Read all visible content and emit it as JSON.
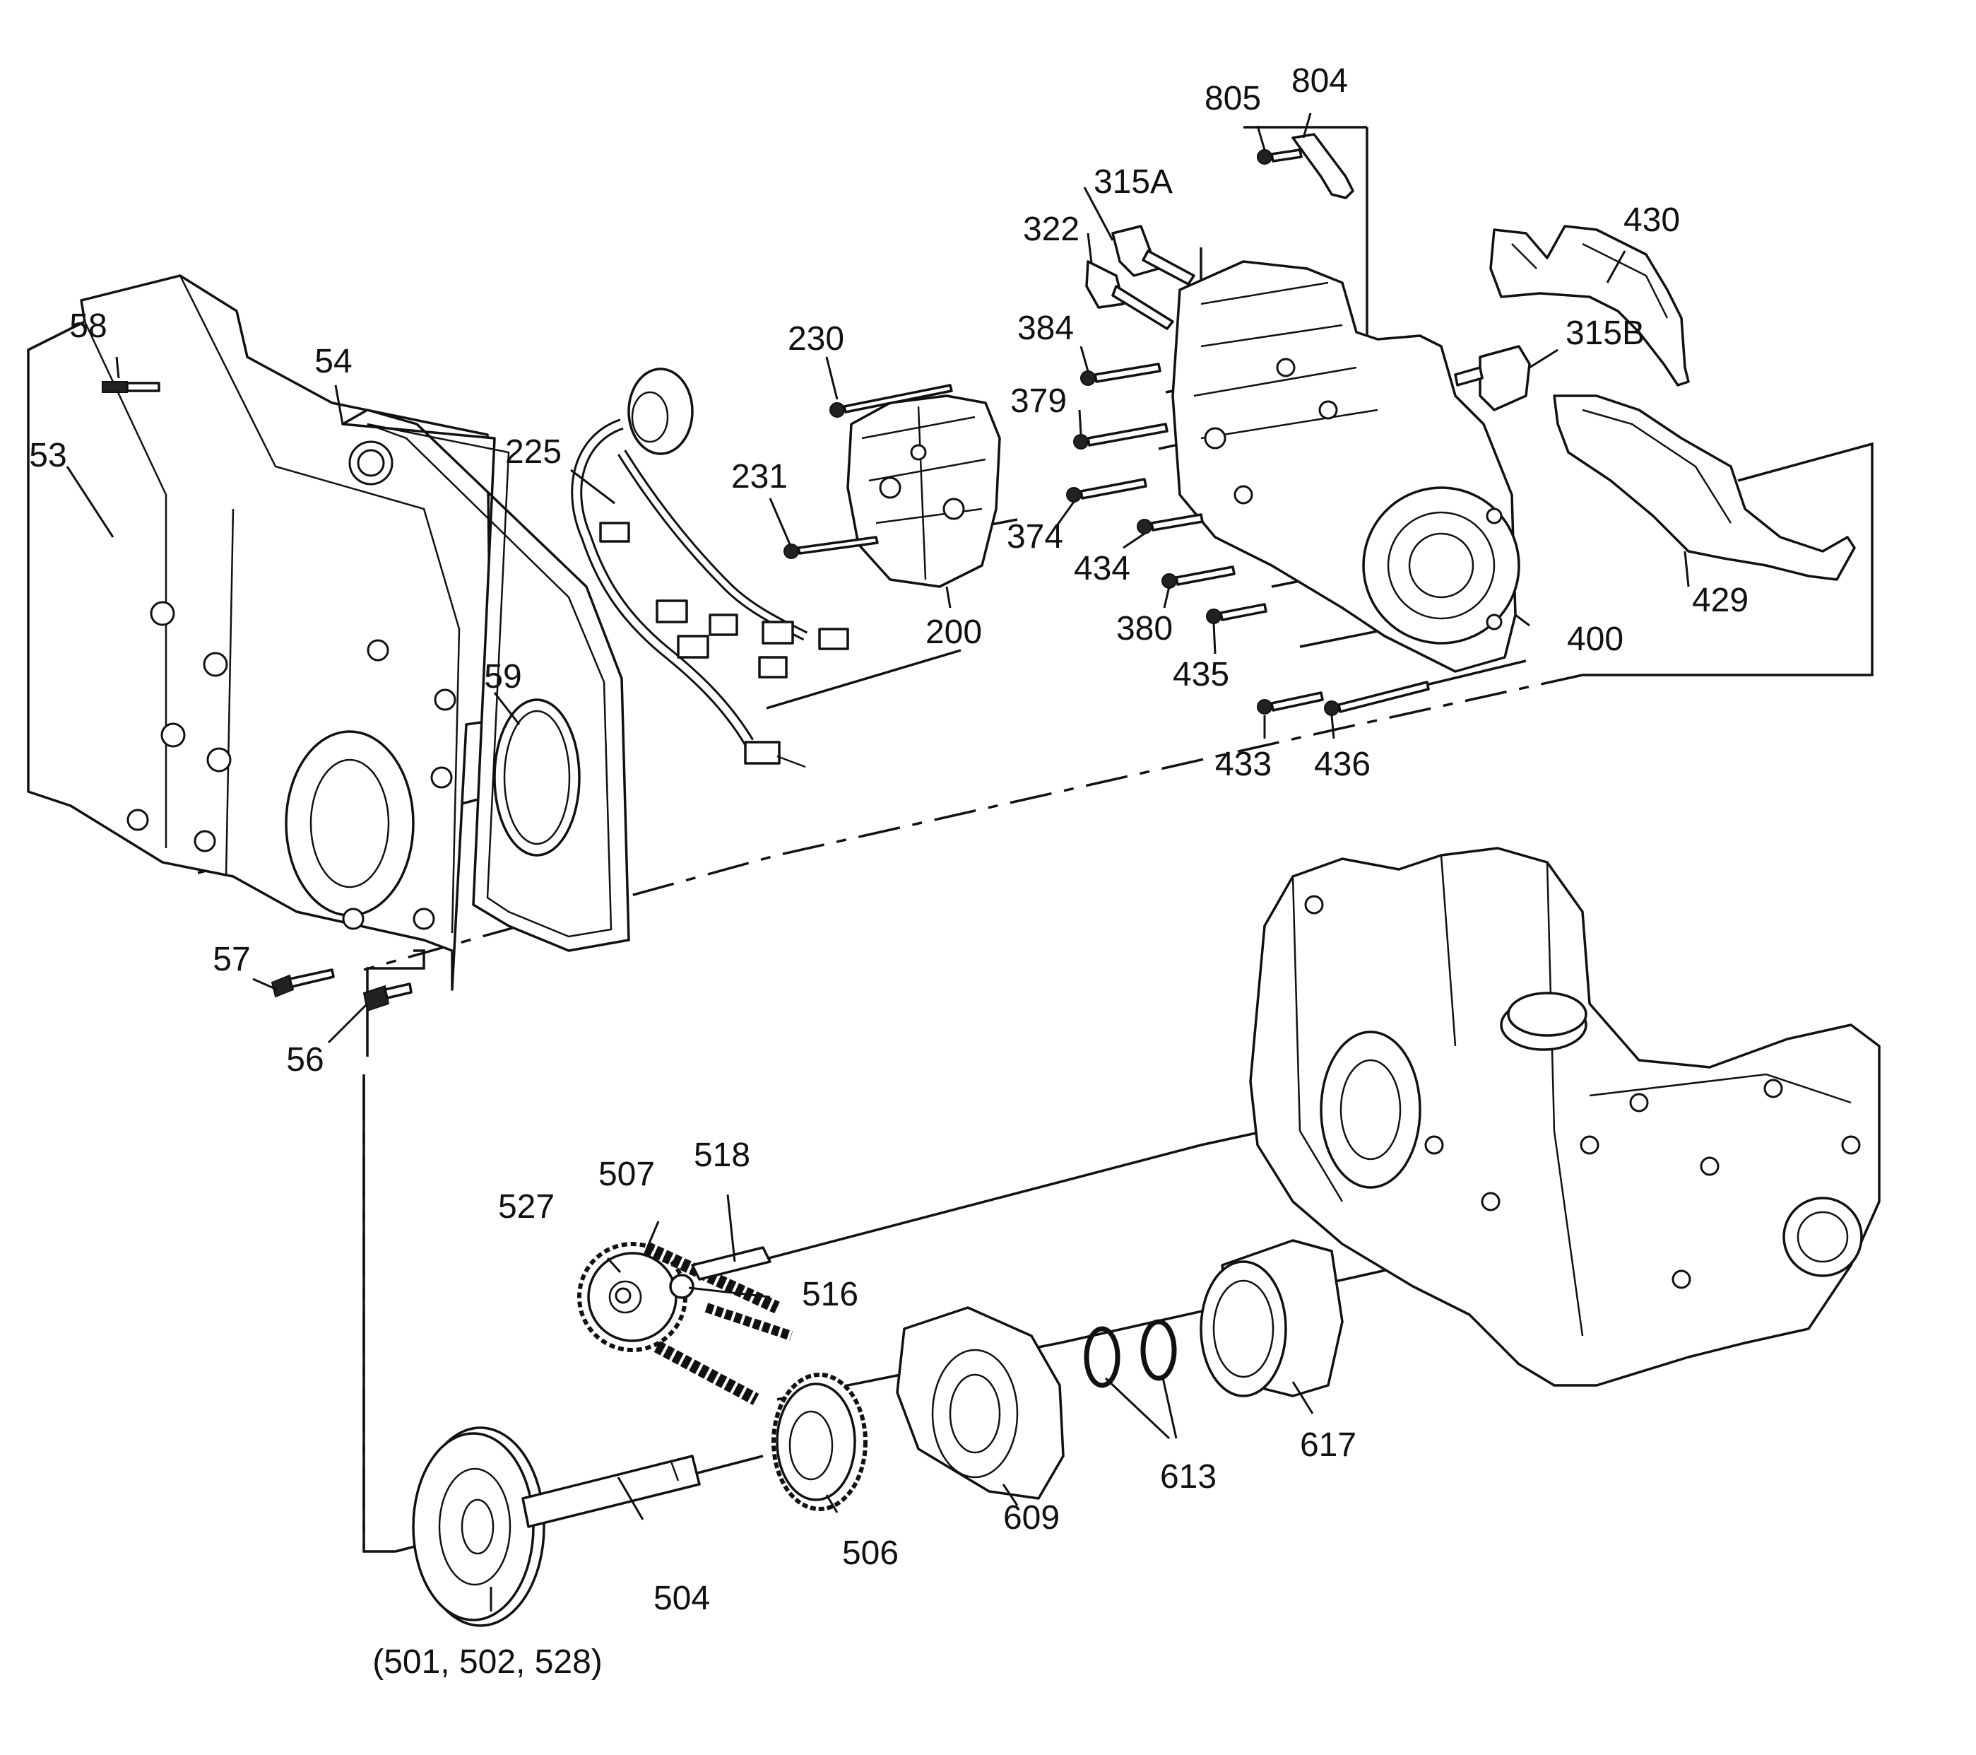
{
  "labels": {
    "l53": "53",
    "l54": "54",
    "l56": "56",
    "l57": "57",
    "l58": "58",
    "l59": "59",
    "l200": "200",
    "l225": "225",
    "l230": "230",
    "l231": "231",
    "l315a": "315A",
    "l315b": "315B",
    "l322": "322",
    "l374": "374",
    "l379": "379",
    "l380": "380",
    "l384": "384",
    "l400": "400",
    "l429": "429",
    "l430": "430",
    "l433": "433",
    "l434": "434",
    "l435": "435",
    "l436": "436",
    "l501": "(501, 502, 528)",
    "l504": "504",
    "l506": "506",
    "l507": "507",
    "l516": "516",
    "l518": "518",
    "l527": "527",
    "l609": "609",
    "l613": "613",
    "l617": "617",
    "l804": "804",
    "l805": "805"
  }
}
